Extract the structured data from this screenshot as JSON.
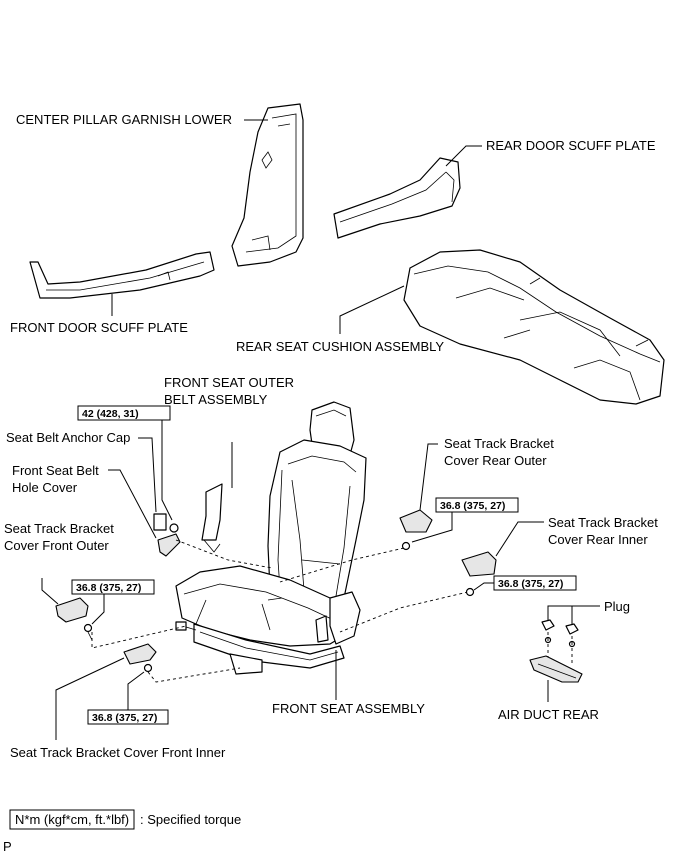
{
  "labels": {
    "center_pillar": "CENTER PILLAR GARNISH LOWER",
    "rear_door_scuff": "REAR DOOR SCUFF PLATE",
    "front_door_scuff": "FRONT DOOR SCUFF PLATE",
    "rear_seat_cushion": "REAR SEAT CUSHION ASSEMBLY",
    "front_seat_outer_belt_1": "FRONT SEAT OUTER",
    "front_seat_outer_belt_2": "BELT ASSEMBLY",
    "seat_belt_anchor_cap": "Seat Belt Anchor Cap",
    "front_seat_belt_hole_cover_1": "Front Seat Belt",
    "front_seat_belt_hole_cover_2": "Hole Cover",
    "track_cover_front_outer_1": "Seat Track Bracket",
    "track_cover_front_outer_2": "Cover Front Outer",
    "track_cover_rear_outer_1": "Seat Track Bracket",
    "track_cover_rear_outer_2": "Cover Rear Outer",
    "track_cover_rear_inner_1": "Seat Track Bracket",
    "track_cover_rear_inner_2": "Cover Rear Inner",
    "plug": "Plug",
    "front_seat_assembly": "FRONT SEAT ASSEMBLY",
    "air_duct_rear": "AIR DUCT REAR",
    "track_cover_front_inner": "Seat Track Bracket Cover Front Inner"
  },
  "torques": {
    "belt_anchor": "42 (428, 31)",
    "front_outer": "36.8 (375, 27)",
    "rear_outer": "36.8 (375, 27)",
    "rear_inner": "36.8 (375, 27)",
    "front_inner": "36.8 (375, 27)"
  },
  "legend": {
    "unit_box": "N*m (kgf*cm, ft.*lbf)",
    "text": ": Specified torque"
  },
  "corner_mark": "P"
}
